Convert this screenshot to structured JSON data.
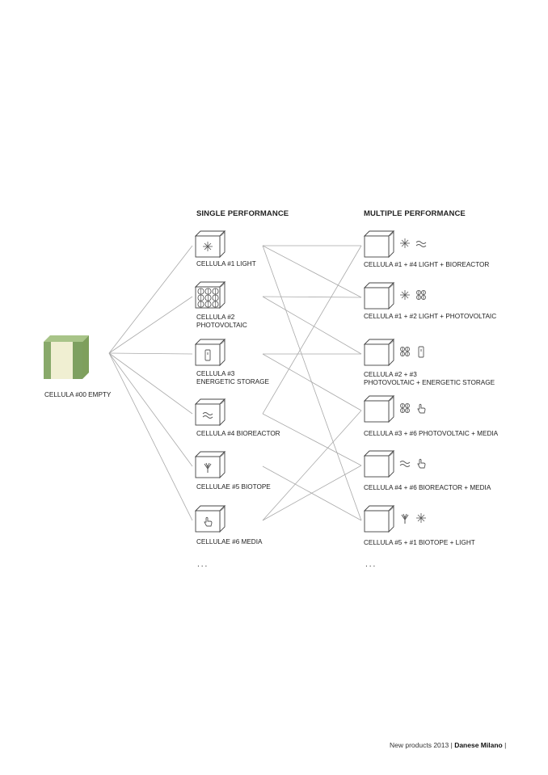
{
  "empty_cell": {
    "label": "CELLULA #00  EMPTY"
  },
  "single": {
    "title": "SINGLE PERFORMANCE",
    "items": [
      {
        "lines": [
          "CELLULA #1  LIGHT"
        ],
        "icon": "light-icon"
      },
      {
        "lines": [
          "CELLULA #2",
          "PHOTOVOLTAIC"
        ],
        "icon": "photovoltaic-icon"
      },
      {
        "lines": [
          "CELLULA #3",
          "ENERGETIC STORAGE"
        ],
        "icon": "battery-icon"
      },
      {
        "lines": [
          "CELLULA #4  BIOREACTOR"
        ],
        "icon": "wave-icon"
      },
      {
        "lines": [
          "CELLULAE #5  BIOTOPE"
        ],
        "icon": "plant-icon"
      },
      {
        "lines": [
          "CELLULAE #6  MEDIA"
        ],
        "icon": "hand-icon"
      }
    ],
    "more": "..."
  },
  "multiple": {
    "title": "MULTIPLE PERFORMANCE",
    "items": [
      {
        "lines": [
          "CELLULA #1 + #4 LIGHT +  BIOREACTOR"
        ],
        "icons": [
          "light-icon",
          "wave-icon"
        ],
        "connects": [
          1,
          4
        ]
      },
      {
        "lines": [
          "CELLULA #1 + #2  LIGHT +  PHOTOVOLTAIC"
        ],
        "icons": [
          "light-icon",
          "photovoltaic-icon"
        ],
        "connects": [
          1,
          2
        ]
      },
      {
        "lines": [
          "CELLULA #2 + #3",
          "PHOTOVOLTAIC  +  ENERGETIC STORAGE"
        ],
        "icons": [
          "photovoltaic-icon",
          "battery-icon"
        ],
        "connects": [
          2,
          3
        ]
      },
      {
        "lines": [
          "CELLULA #3 + #6  PHOTOVOLTAIC  +  MEDIA"
        ],
        "icons": [
          "photovoltaic-icon",
          "hand-icon"
        ],
        "connects": [
          3,
          6
        ]
      },
      {
        "lines": [
          "CELLULA #4 + #6  BIOREACTOR  +  MEDIA"
        ],
        "icons": [
          "wave-icon",
          "hand-icon"
        ],
        "connects": [
          4,
          6
        ]
      },
      {
        "lines": [
          "CELLULA #5 + #1 BIOTOPE  +  LIGHT"
        ],
        "icons": [
          "plant-icon",
          "light-icon"
        ],
        "connects": [
          5,
          1
        ]
      }
    ],
    "more": "..."
  },
  "footer": {
    "text": "New products 2013  |",
    "brand": "Danese Milano",
    "end": "|"
  },
  "colors": {
    "line": "#a9a9a9",
    "cube_stroke": "#444",
    "empty_green": "#8fb06c"
  }
}
